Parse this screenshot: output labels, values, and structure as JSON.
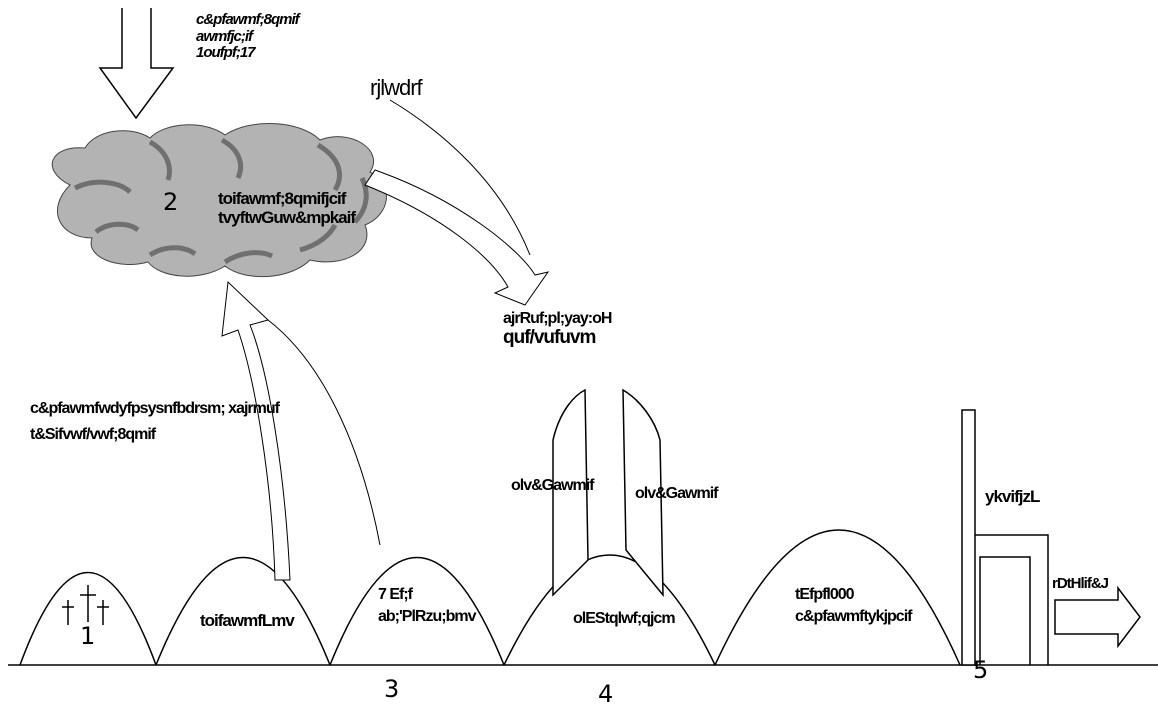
{
  "labels": {
    "top_input": [
      "c&pfawmf;8qmif",
      "awmfjc;if",
      "1oufpf;17"
    ],
    "wind_label": "rjlwdrf",
    "cloud_text": [
      "toifawmf;8qmifjcif",
      "tvyftwGuw&mpkaif"
    ],
    "right_point": [
      "ajrRuf;pl;yay:oH",
      "quf/vufuvm"
    ],
    "left_text": [
      "c&pfawmfwdyfpsysnfbdrsm; xajrmuf",
      "t&Sifvwf/vwf;8qmif"
    ],
    "hill1_label": "toifawmfLmv",
    "hill3_label": [
      "7 Ef;f",
      "ab;'PlRzu;bmv"
    ],
    "pillar_left": "olv&Gawmif",
    "pillar_right": "olv&Gawmif",
    "hill4_label": "olEStqlwf;qjcm",
    "hill5_label": [
      "tEfpfl000",
      "c&pfawmftykjpcif"
    ],
    "building_label": "ykvifjzL",
    "exit_arrow_label": "rDtHlif&J"
  },
  "numbers": {
    "n1": "1",
    "n2": "2",
    "n3": "3",
    "n4": "4",
    "n5": "5"
  },
  "icons": [
    "crosses-icon",
    "cloud-icon",
    "down-arrow-icon",
    "curved-arrow-icon",
    "right-arrow-icon"
  ],
  "colors": {
    "line": "#000000",
    "cloud_fill": "#b3b3b3",
    "cloud_shade": "#7a7a7a",
    "background": "#ffffff"
  }
}
